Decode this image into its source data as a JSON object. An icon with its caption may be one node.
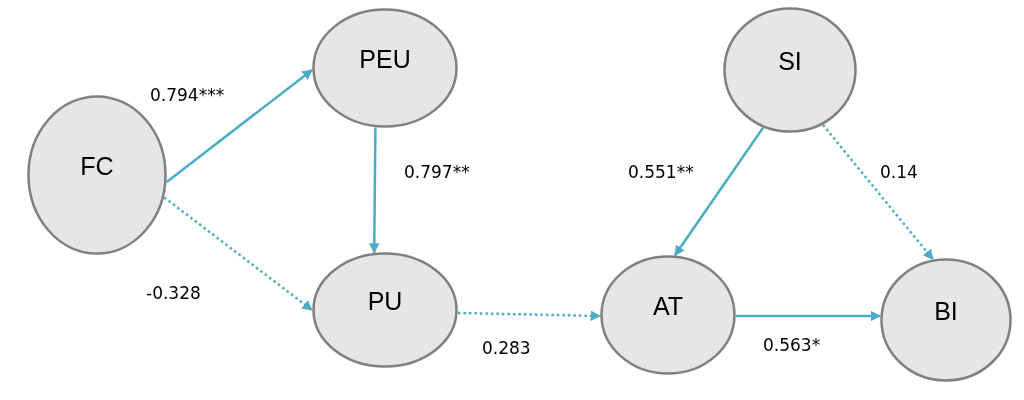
{
  "diagram": {
    "nodes": [
      {
        "text": [
          "FC"
        ]
      },
      {
        "text": [
          "PEU"
        ]
      },
      {
        "text": [
          "PU"
        ]
      },
      {
        "text": [
          "AT"
        ]
      },
      {
        "text": [
          "SI"
        ]
      },
      {
        "text": [
          "BI"
        ]
      }
    ],
    "edges": [
      {
        "from": 0,
        "to": 1,
        "arrow": "to",
        "label": "0.794***"
      },
      {
        "from": 1,
        "to": 2,
        "arrow": "to",
        "label": "0.797**"
      },
      {
        "from": 0,
        "to": 2,
        "arrow": "to",
        "label": "-0.328",
        "style": "dashed"
      },
      {
        "from": 2,
        "to": 3,
        "arrow": "to",
        "label": "0.283",
        "style": "dashed"
      },
      {
        "from": 4,
        "to": 3,
        "arrow": "to",
        "label": "0.551**"
      },
      {
        "from": 4,
        "to": 5,
        "arrow": "to",
        "label": "0.14",
        "style": "dashed"
      },
      {
        "from": 3,
        "to": 5,
        "arrow": "to",
        "label": "0.563*"
      }
    ]
  }
}
